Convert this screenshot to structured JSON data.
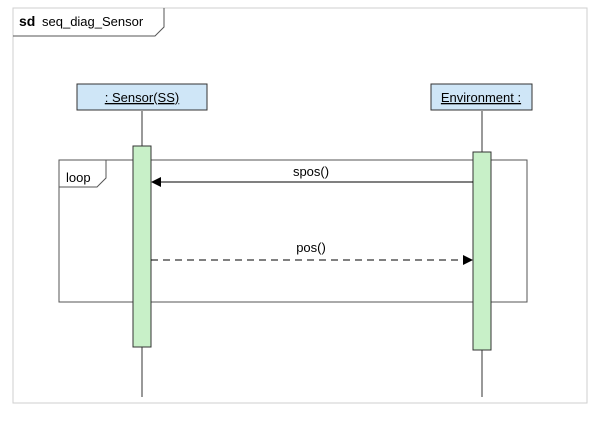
{
  "frame": {
    "keyword": "sd",
    "name": "seq_diag_Sensor"
  },
  "lifelines": [
    {
      "label": ": Sensor(SS)"
    },
    {
      "label": "Environment :"
    }
  ],
  "fragment": {
    "operator": "loop"
  },
  "messages": [
    {
      "label": "spos()",
      "kind": "synchronous",
      "from": "Environment :",
      "to": ": Sensor(SS)"
    },
    {
      "label": "pos()",
      "kind": "reply",
      "from": ": Sensor(SS)",
      "to": "Environment :"
    }
  ],
  "colors": {
    "lifeline_head_fill": "#cfe6f7",
    "activation_fill": "#c8f0c8",
    "frame_border": "#c8c8c8",
    "line": "#000000"
  }
}
